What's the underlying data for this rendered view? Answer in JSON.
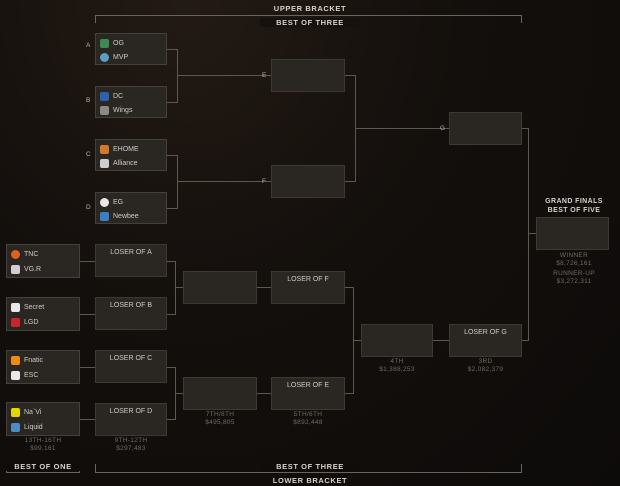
{
  "header": {
    "upper_bracket": "UPPER BRACKET",
    "upper_format": "BEST OF THREE"
  },
  "footer": {
    "lower_format": "BEST OF THREE",
    "lower_bracket": "LOWER BRACKET",
    "lower_r1_format": "BEST OF ONE"
  },
  "upper_groups": [
    {
      "letter": "A",
      "team1": "OG",
      "team2": "MVP"
    },
    {
      "letter": "B",
      "team1": "DC",
      "team2": "Wings"
    },
    {
      "letter": "C",
      "team1": "EHOME",
      "team2": "Alliance"
    },
    {
      "letter": "D",
      "team1": "EG",
      "team2": "Newbee"
    }
  ],
  "lower_r1": [
    {
      "team1": "TNC",
      "team2": "VG.R"
    },
    {
      "team1": "Secret",
      "team2": "LGD"
    },
    {
      "team1": "Fnatic",
      "team2": "ESC"
    },
    {
      "team1": "Na`Vi",
      "team2": "Liquid"
    }
  ],
  "lower_r2": [
    "LOSER OF A",
    "LOSER OF B",
    "LOSER OF C",
    "LOSER OF D"
  ],
  "upper_labels": {
    "e": "E",
    "f": "F",
    "g": "G"
  },
  "lower_labels": {
    "loser_f": "LOSER OF F",
    "loser_e": "LOSER OF E",
    "loser_g": "LOSER OF G"
  },
  "prizes": {
    "p13": "13TH-16TH",
    "p13v": "$99,161",
    "p9": "9TH-12TH",
    "p9v": "$297,483",
    "p7": "7TH/8TH",
    "p7v": "$495,805",
    "p5": "5TH/6TH",
    "p5v": "$892,448",
    "p4": "4TH",
    "p4v": "$1,388,253",
    "p3": "3RD",
    "p3v": "$2,082,379"
  },
  "grand_finals": {
    "title1": "GRAND FINALS",
    "title2": "BEST OF FIVE",
    "winner": "WINNER",
    "winner_prize": "$8,726,161",
    "runner": "RUNNER-UP",
    "runner_prize": "$3,272,311"
  },
  "colors": {
    "accent": "#6c645c",
    "box": "#2a2622"
  }
}
